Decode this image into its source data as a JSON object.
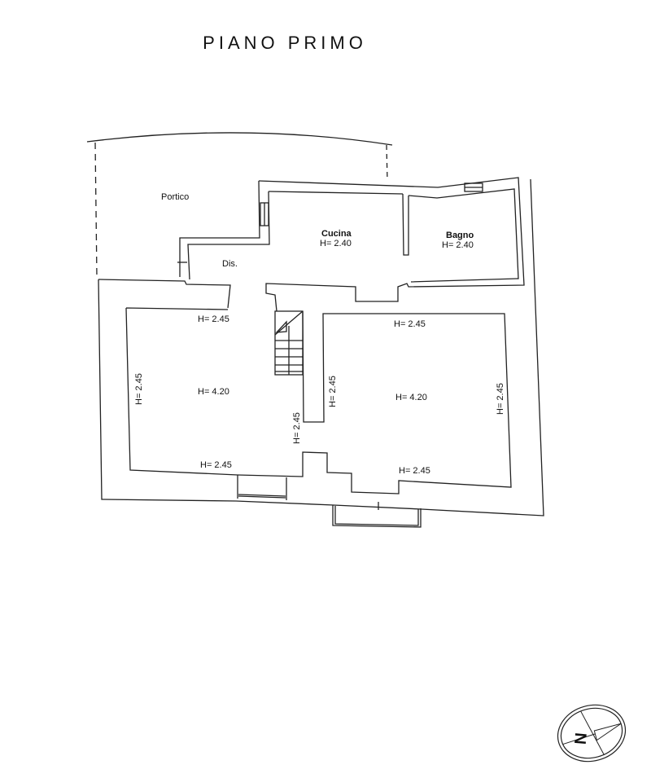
{
  "title": "PIANO PRIMO",
  "rooms": {
    "portico": {
      "name": "Portico"
    },
    "dis": {
      "name": "Dis."
    },
    "cucina": {
      "name": "Cucina",
      "height": "H= 2.40"
    },
    "bagno": {
      "name": "Bagno",
      "height": "H= 2.40"
    },
    "room_left": {
      "center_height": "H= 4.20",
      "top_height": "H= 2.45",
      "left_height": "H= 2.45",
      "right_height": "H= 2.45",
      "bottom_height": "H= 2.45"
    },
    "room_right": {
      "center_height": "H= 4.20",
      "top_height": "H= 2.45",
      "left_height": "H= 2.45",
      "right_height": "H= 2.45",
      "bottom_height": "H= 2.45"
    }
  },
  "compass": {
    "label": "N"
  },
  "colors": {
    "line": "#222222",
    "background": "#ffffff"
  }
}
